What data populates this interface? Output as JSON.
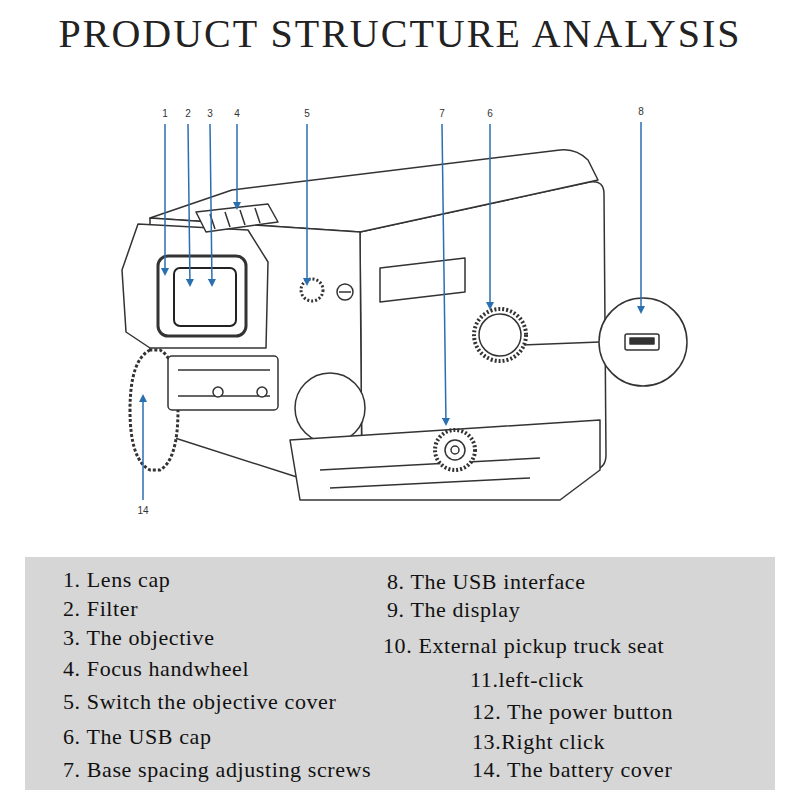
{
  "diagram": {
    "title": "PRODUCT STRUCTURE ANALYSIS",
    "nodes": [
      {
        "text": [
          "1. Lens cap",
          "2. Filter",
          "3. The objective",
          "4. Focus handwheel",
          "5. Switch the objective cover",
          "6. The USB cap",
          "7. Base spacing adjusting screws",
          "8. The USB interface",
          "9. The display",
          "10. External pickup truck seat",
          "11.left-click",
          "12. The power button",
          "13.Right click",
          "14. The battery cover"
        ]
      }
    ],
    "labels": [
      "1",
      "2",
      "3",
      "4",
      "5",
      "7",
      "6",
      "8",
      "14"
    ]
  }
}
